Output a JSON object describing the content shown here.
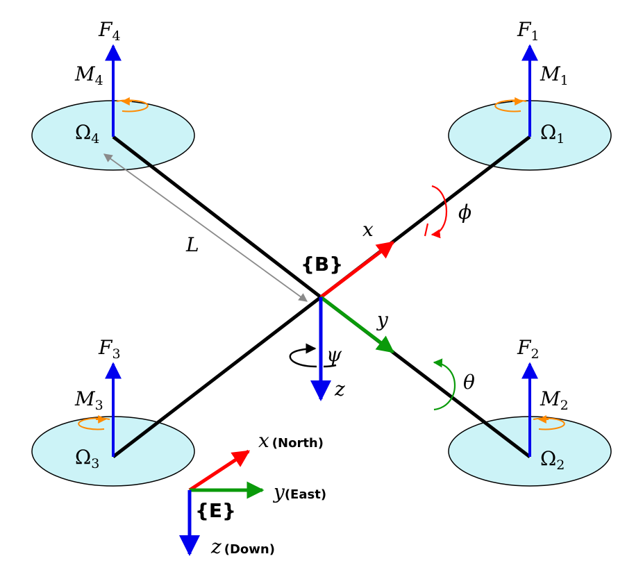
{
  "colors": {
    "rotor_fill": "#ccf3f7",
    "arm": "#000000",
    "x_axis": "#ff0000",
    "y_axis": "#0a9a0a",
    "z_axis": "#0000ee",
    "force": "#0000ee",
    "rotor_spin": "#ff8a00",
    "length_arrow": "#8a8a8a"
  },
  "rotors": [
    {
      "force": "F",
      "force_sub": "4",
      "moment": "M",
      "moment_sub": "4",
      "speed": "Ω",
      "speed_sub": "4"
    },
    {
      "force": "F",
      "force_sub": "1",
      "moment": "M",
      "moment_sub": "1",
      "speed": "Ω",
      "speed_sub": "1"
    },
    {
      "force": "F",
      "force_sub": "3",
      "moment": "M",
      "moment_sub": "3",
      "speed": "Ω",
      "speed_sub": "3"
    },
    {
      "force": "F",
      "force_sub": "2",
      "moment": "M",
      "moment_sub": "2",
      "speed": "Ω",
      "speed_sub": "2"
    }
  ],
  "body_frame": {
    "label": "{B}",
    "x": "x",
    "y": "y",
    "z": "z",
    "roll": "ϕ",
    "pitch": "θ",
    "yaw": "ψ",
    "arm_length": "L"
  },
  "earth_frame": {
    "label": "{E}",
    "x": "x",
    "x_dir": "(North)",
    "y": "y",
    "y_dir": "(East)",
    "z": "z",
    "z_dir": "(Down)"
  }
}
